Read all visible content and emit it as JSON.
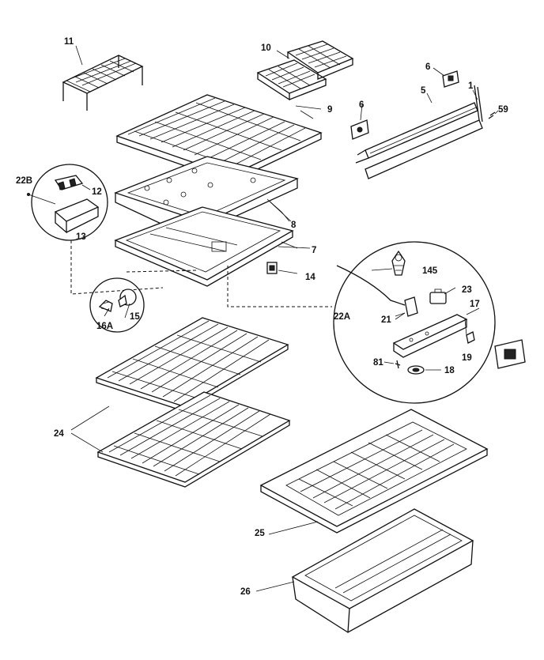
{
  "labels": {
    "p11": "11",
    "p10": "10",
    "p6a": "6",
    "p9": "9",
    "p6b": "6",
    "p5": "5",
    "p1": "1",
    "p59": "59",
    "p22b": "22B",
    "p12": "12",
    "p13": "13",
    "p8": "8",
    "p7": "7",
    "p14": "14",
    "p145": "145",
    "p23": "23",
    "p17": "17",
    "p22a": "22A",
    "p21": "21",
    "p19": "19",
    "p81": "81",
    "p18": "18",
    "p16a": "16A",
    "p15": "15",
    "p24": "24",
    "p25": "25",
    "p26": "26"
  }
}
